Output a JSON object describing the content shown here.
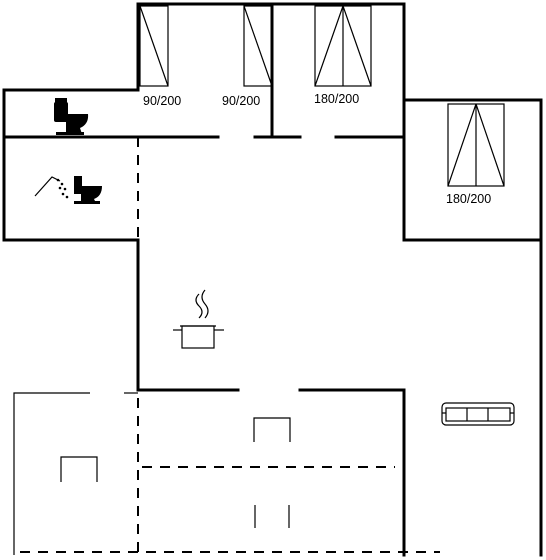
{
  "plan": {
    "bed_labels": {
      "bedroom_1": "90/200",
      "bedroom_2": "90/200",
      "bedroom_3": "180/200",
      "bedroom_4": "180/200"
    },
    "icons": [
      "toilet-icon",
      "shower-icon",
      "toilet-icon",
      "cooking-pot-icon",
      "sofa-icon",
      "table-icon",
      "table-icon"
    ]
  }
}
